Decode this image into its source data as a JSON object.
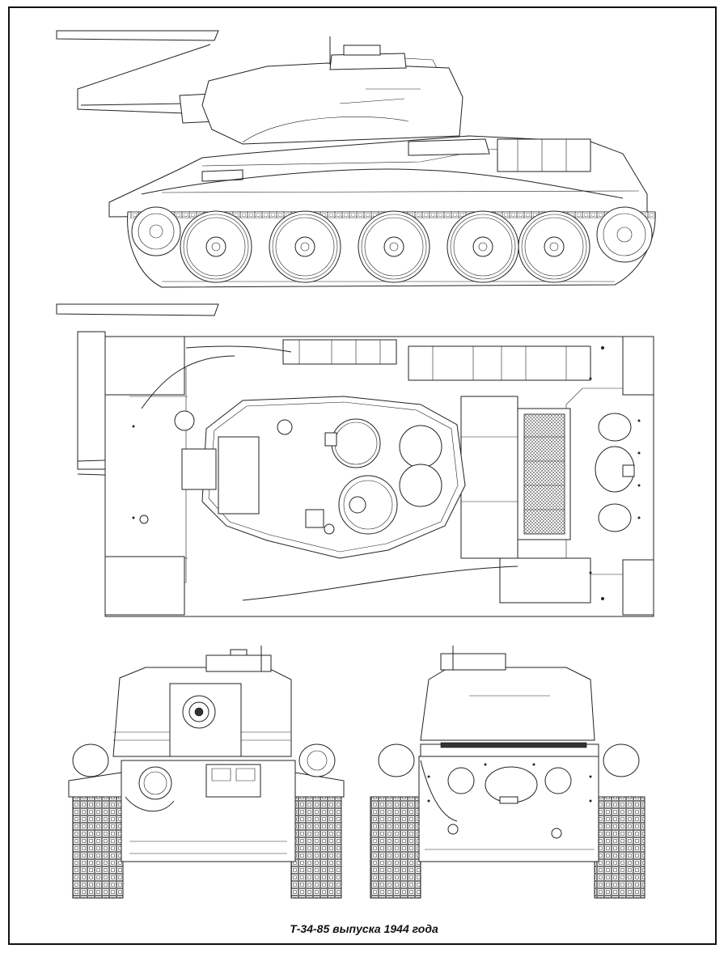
{
  "caption": "Т-34-85 выпуска 1944 года",
  "views": {
    "side": "side-view",
    "top": "top-view",
    "front": "front-view",
    "rear": "rear-view"
  },
  "colors": {
    "line": "#222222",
    "paper": "#ffffff"
  }
}
